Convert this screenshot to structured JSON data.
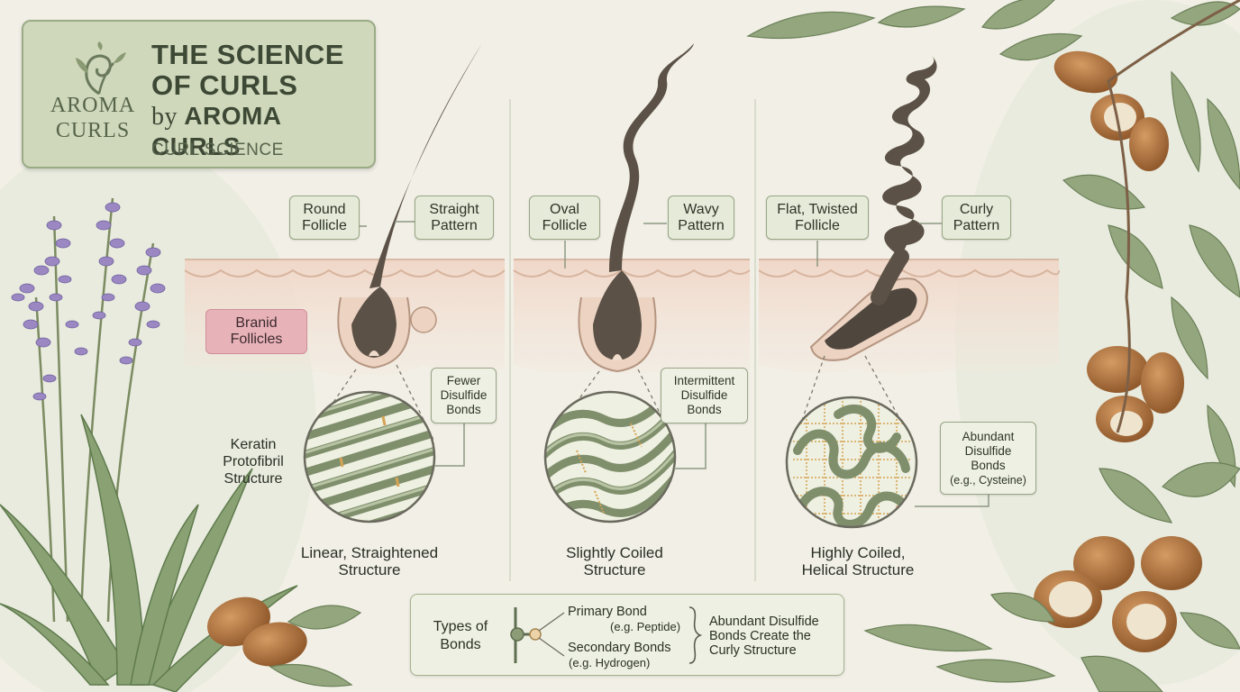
{
  "title": {
    "line1": "THE SCIENCE",
    "line2": "OF CURLS",
    "byline_prefix": "by",
    "byline_brand": "AROMA CURLS",
    "subtitle": "CURL SCIENCE"
  },
  "brand": {
    "line1": "AROMA",
    "line2": "CURLS"
  },
  "side_labels": {
    "follicles": [
      "Branid",
      "Follicles"
    ],
    "keratin": [
      "Keratin",
      "Protofibril",
      "Structure"
    ]
  },
  "columns": [
    {
      "follicle": [
        "Round",
        "Follicle"
      ],
      "pattern": [
        "Straight",
        "Pattern"
      ],
      "bonds": [
        "Fewer",
        "Disulfide",
        "Bonds"
      ],
      "structure": [
        "Linear, Straightened",
        "Structure"
      ]
    },
    {
      "follicle": [
        "Oval",
        "Follicle"
      ],
      "pattern": [
        "Wavy",
        "Pattern"
      ],
      "bonds": [
        "Intermittent",
        "Disulfide",
        "Bonds"
      ],
      "structure": [
        "Slightly Coiled",
        "Structure"
      ]
    },
    {
      "follicle": [
        "Flat, Twisted",
        "Follicle"
      ],
      "pattern": [
        "Curly",
        "Pattern"
      ],
      "bonds": [
        "Abundant",
        "Disulfide",
        "Bonds",
        "(e.g., Cysteine)"
      ],
      "structure": [
        "Highly Coiled,",
        "Helical Structure"
      ]
    }
  ],
  "bond_types": {
    "heading": [
      "Types of",
      "Bonds"
    ],
    "primary": "Primary Bond",
    "primary_example": "(e.g. Peptide)",
    "secondary": "Secondary Bonds",
    "secondary_example": "(e.g. Hydrogen)",
    "note": [
      "Abundant Disulfide",
      "Bonds Create the",
      "Curly Structure"
    ]
  },
  "colors": {
    "card": "#cfd8bb",
    "label_bg": "#e6ead9",
    "border": "#98a685",
    "skin": "#f2dfd2",
    "hair": "#5b5146",
    "fiber": "#8e9d7b",
    "bond": "#d6a352",
    "pink_label": "#e8b2b9"
  }
}
